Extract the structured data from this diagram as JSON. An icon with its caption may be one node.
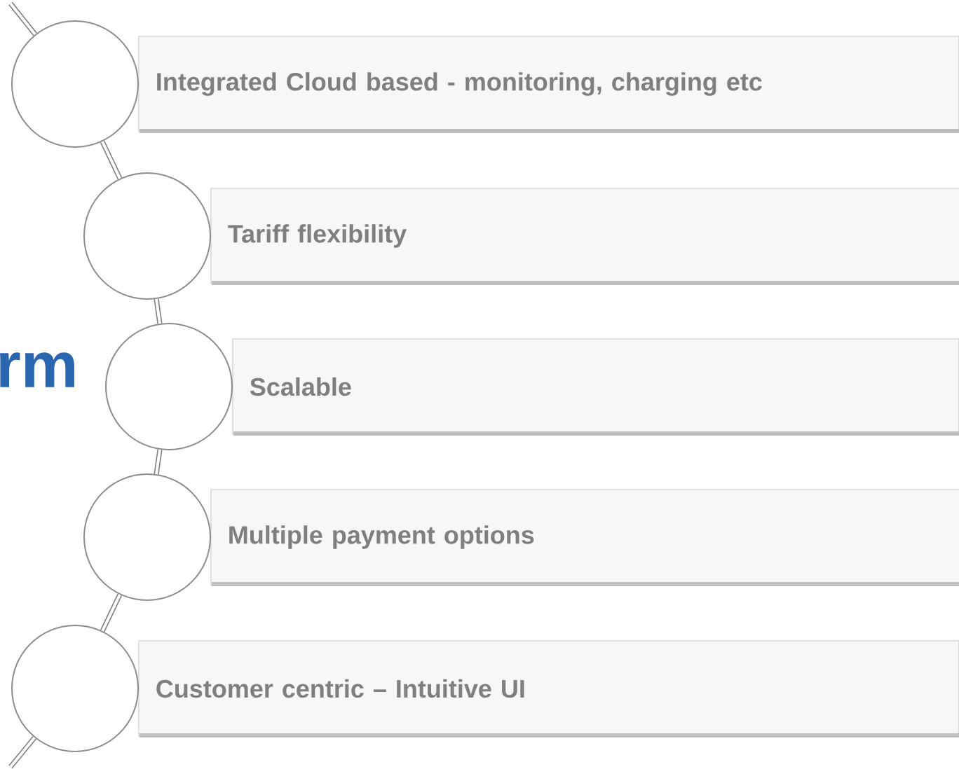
{
  "diagram": {
    "nodes": [
      {
        "text": [],
        "shape": "circle"
      },
      {
        "text": [
          "Integrated Cloud based  - monitoring, charging etc"
        ]
      },
      {
        "text": [],
        "shape": "circle"
      },
      {
        "text": [
          "Tariff flexibility"
        ]
      },
      {
        "text": [],
        "shape": "circle"
      },
      {
        "text": [
          "Scalable"
        ]
      },
      {
        "text": [],
        "shape": "circle"
      },
      {
        "text": [
          "Multiple payment options"
        ]
      },
      {
        "text": [],
        "shape": "circle"
      },
      {
        "text": [
          "Customer centric – Intuitive UI"
        ]
      }
    ],
    "edges": [
      {
        "from": null,
        "to": 0,
        "arrow": "none"
      },
      {
        "from": 0,
        "to": 2,
        "arrow": "none"
      },
      {
        "from": 2,
        "to": 4,
        "arrow": "none"
      },
      {
        "from": 4,
        "to": 6,
        "arrow": "none"
      },
      {
        "from": 6,
        "to": 8,
        "arrow": "none"
      },
      {
        "from": 8,
        "to": null,
        "arrow": "none"
      }
    ],
    "labels": [
      "rm"
    ]
  }
}
